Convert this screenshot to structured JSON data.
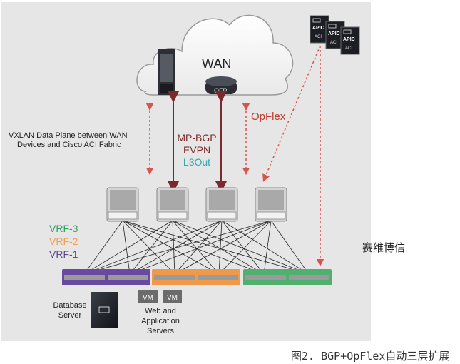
{
  "diagram": {
    "cloud_label": "WAN",
    "router_label": "QFP",
    "apic_labels": [
      "APIC",
      "APIC",
      "APIC"
    ],
    "apic_sublabel": "ACI",
    "vxlan_label_line1": "VXLAN Data Plane between WAN",
    "vxlan_label_line2": "Devices and Cisco ACI Fabric",
    "protocol_line1": "MP-BGP",
    "protocol_line2": "EVPN",
    "protocol_line3": "L3Out",
    "opflex_label": "OpFlex",
    "vrf_labels": [
      "VRF-3",
      "VRF-2",
      "VRF-1"
    ],
    "db_label_line1": "Database",
    "db_label_line2": "Server",
    "vm_labels": [
      "VM",
      "VM"
    ],
    "web_label_line1": "Web and",
    "web_label_line2": "Application",
    "web_label_line3": "Servers",
    "colors": {
      "panel": "#e6e6e6",
      "bgp_arrow": "#7a2a2a",
      "dotted_arrow": "#d9534f",
      "opflex_text": "#c0392b",
      "l3out_text": "#2aa7b0",
      "vrf3": "#2e9e5e",
      "vrf2": "#f0a050",
      "vrf1": "#5a4a8a",
      "leaf_purple": "#6a4aa0",
      "leaf_orange": "#ef9a4a",
      "leaf_green": "#4fb070"
    }
  },
  "watermark": "赛维博信",
  "caption": "图2. BGP+OpFlex自动三层扩展"
}
